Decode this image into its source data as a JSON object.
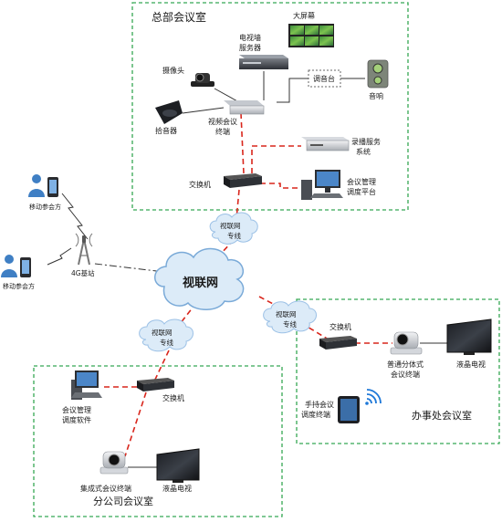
{
  "colors": {
    "zone_border": "#35a853",
    "link_red": "#d9261c",
    "link_dark": "#333333",
    "cloud_fill": "#dcebf8",
    "cloud_stroke": "#7aaad8",
    "room_title": "#222222",
    "wifi": "#1e78d8"
  },
  "zones": {
    "hq": {
      "title": "总部会议室"
    },
    "branch": {
      "title": "分公司会议室"
    },
    "office": {
      "title": "办事处会议室"
    }
  },
  "hq": {
    "video_wall": "大屏幕",
    "wall_server_l1": "电视墙",
    "wall_server_l2": "服务器",
    "camera": "摄像头",
    "mixer": "调音台",
    "speaker": "音响",
    "mic": "拾音器",
    "terminal_l1": "视频会议",
    "terminal_l2": "终端",
    "recorder_l1": "录播服务",
    "recorder_l2": "系统",
    "switch": "交换机",
    "console_l1": "会议管理",
    "console_l2": "调度平台"
  },
  "network": {
    "core": "视联网",
    "line_hq_l1": "视联网",
    "line_hq_l2": "专线",
    "line_branch_l1": "视联网",
    "line_branch_l2": "专线",
    "line_office_l1": "视联网",
    "line_office_l2": "专线",
    "base_station": "4G基站",
    "mobile_1": "移动参会方",
    "mobile_2": "移动参会方"
  },
  "branch": {
    "switch": "交换机",
    "console_l1": "会议管理",
    "console_l2": "调度软件",
    "terminal": "集成式会议终端",
    "tv": "液晶电视"
  },
  "office": {
    "switch": "交换机",
    "terminal_l1": "普通分体式",
    "terminal_l2": "会议终端",
    "tv": "液晶电视",
    "handheld_l1": "手持会议",
    "handheld_l2": "调度终端"
  }
}
